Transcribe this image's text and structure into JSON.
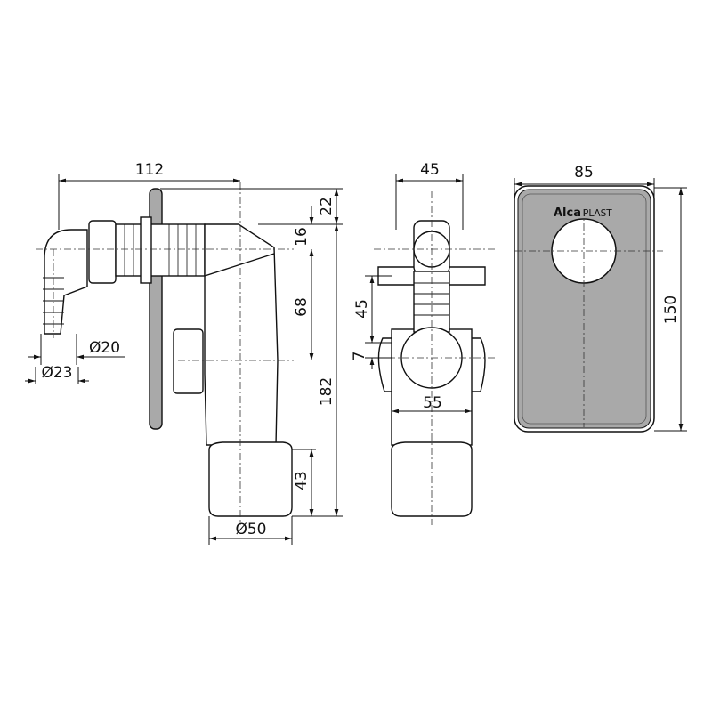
{
  "side_view": {
    "dims": {
      "width_total": "112",
      "top_offset": "22",
      "inlet_offset": "16",
      "inlet_to_outlet": "68",
      "height_total": "182",
      "cup_height": "43",
      "outlet_diameter": "Ø50",
      "hose_inner": "Ø20",
      "hose_outer": "Ø23"
    }
  },
  "front_view": {
    "dims": {
      "width": "45",
      "spacing": "45",
      "offset": "7",
      "outlet_width": "55"
    }
  },
  "cover_plate": {
    "logo": {
      "brand_bold": "Alca",
      "brand_light": "PLAST"
    },
    "dims": {
      "width": "85",
      "height": "150"
    }
  },
  "colors": {
    "plate_fill": "#a9a9a9",
    "line": "#111111"
  }
}
